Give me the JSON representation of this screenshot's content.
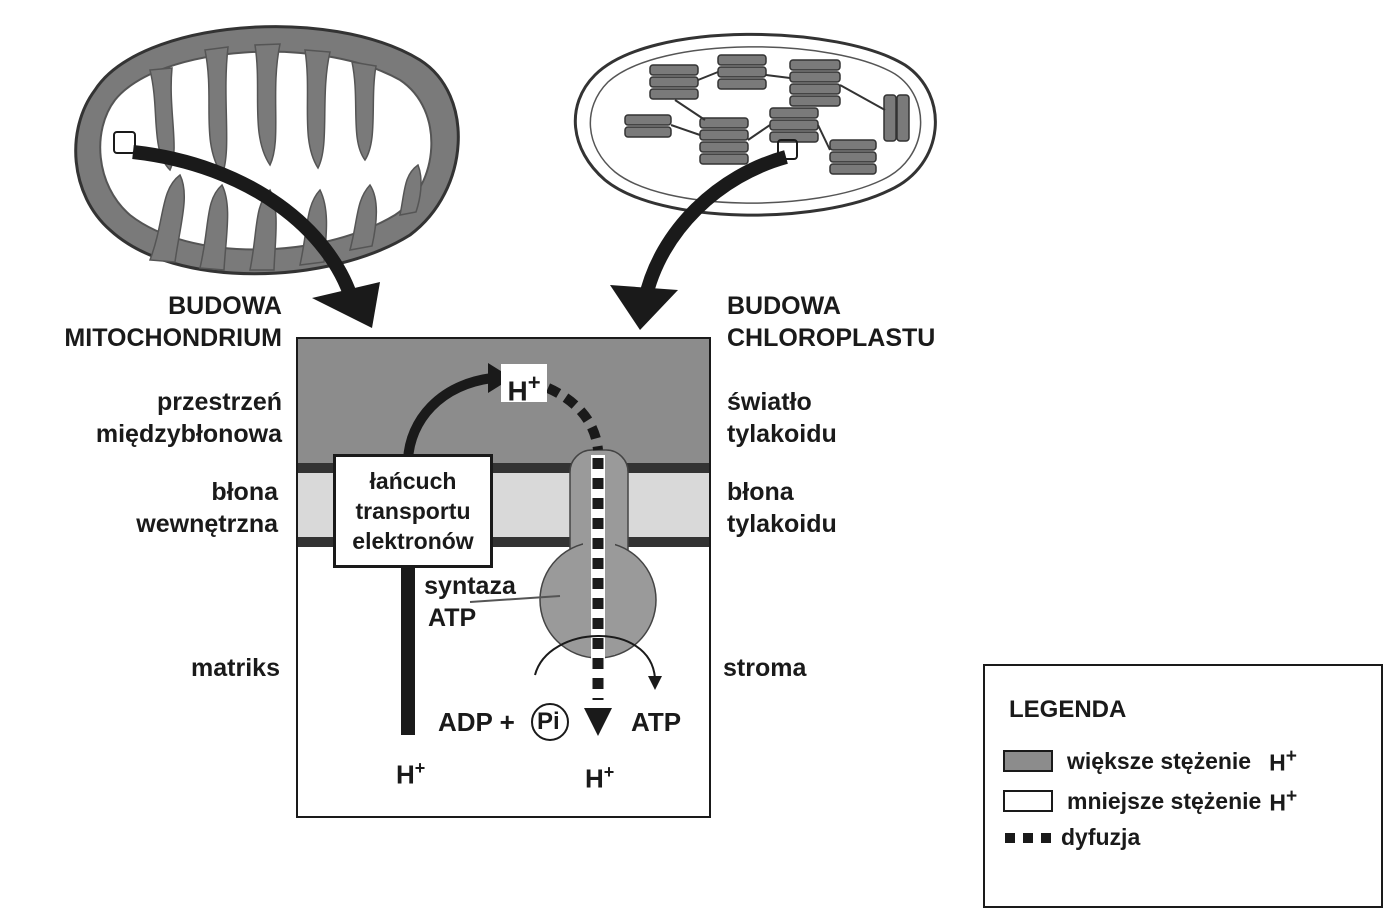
{
  "labels": {
    "mito_title_1": "BUDOWA",
    "mito_title_2": "MITOCHONDRIUM",
    "chloro_title_1": "BUDOWA",
    "chloro_title_2": "CHLOROPLASTU",
    "intermembrane_1": "przestrzeń",
    "intermembrane_2": "międzybłonowa",
    "lumen_1": "światło",
    "lumen_2": "tylakoidu",
    "inner_membrane_1": "błona",
    "inner_membrane_2": "wewnętrzna",
    "thylakoid_membrane_1": "błona",
    "thylakoid_membrane_2": "tylakoidu",
    "matrix": "matriks",
    "stroma": "stroma",
    "etc_1": "łańcuch",
    "etc_2": "transportu",
    "etc_3": "elektronów",
    "atp_synthase_1": "syntaza",
    "atp_synthase_2": "ATP",
    "h_top": "H",
    "h_bottom_left": "H",
    "h_bottom_right": "H",
    "plus": "+",
    "adp": "ADP +",
    "pi": "Pi",
    "atp": "ATP"
  },
  "legend": {
    "title": "LEGENDA",
    "higher": "większe stężenie",
    "lower": "mniejsze stężenie",
    "diffusion": "dyfuzja",
    "h_ion": "H",
    "plus": "+"
  },
  "colors": {
    "high_concentration": "#8c8c8c",
    "low_concentration": "#ffffff",
    "membrane": "#d9d9d9",
    "membrane_edge": "#333333",
    "organelle_fill": "#7a7a7a",
    "ink": "#1a1a1a"
  }
}
